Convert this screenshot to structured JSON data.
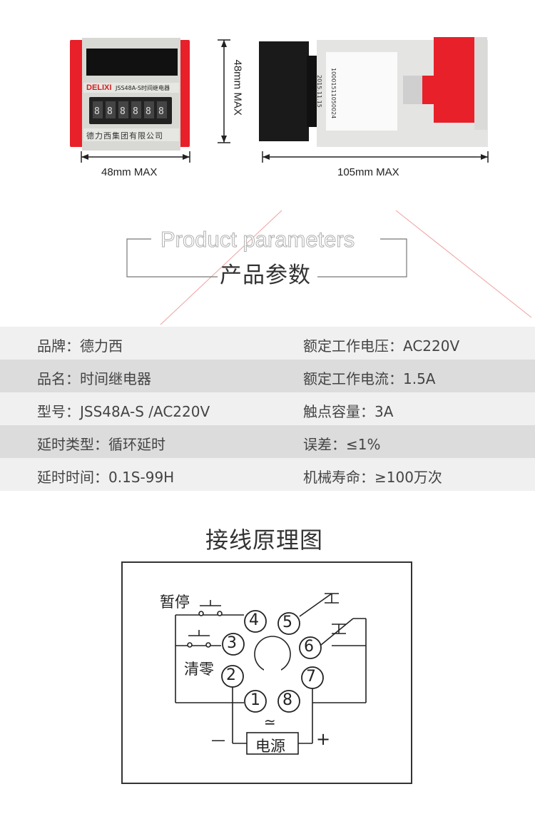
{
  "dimensions": {
    "front_width": "48mm MAX",
    "front_height": "48mm MAX",
    "side_length": "105mm MAX"
  },
  "device": {
    "brand_logo": "DELIXI",
    "model_label": "JSS48A-S时间继电器",
    "company": "德力西集团有限公司",
    "digits": [
      "8",
      "8",
      "8",
      "8",
      "8",
      "8"
    ],
    "side_label_1": "2015.11.15",
    "side_label_2": "10001511050024"
  },
  "banner": {
    "title_en": "Product parameters",
    "title_cn": "产品参数"
  },
  "params": [
    {
      "left": "品牌：德力西",
      "right": "额定工作电压：AC220V"
    },
    {
      "left": "品名：时间继电器",
      "right": "额定工作电流：1.5A"
    },
    {
      "left": "型号：JSS48A-S /AC220V",
      "right": "触点容量：3A"
    },
    {
      "left": "延时类型：循环延时",
      "right": "误差：≤1%"
    },
    {
      "left": "延时时间：0.1S-99H",
      "right": "机械寿命：≥100万次"
    }
  ],
  "wiring": {
    "title": "接线原理图",
    "pause_label": "暂停",
    "reset_label": "清零",
    "power_label": "电源",
    "ac_symbol": "≃",
    "minus": "—",
    "plus": "+",
    "pins": [
      "1",
      "2",
      "3",
      "4",
      "5",
      "6",
      "7",
      "8"
    ]
  },
  "colors": {
    "accent_red": "#e8202a",
    "row_light": "#f0f0f0",
    "row_dark": "#dcdcdc"
  }
}
